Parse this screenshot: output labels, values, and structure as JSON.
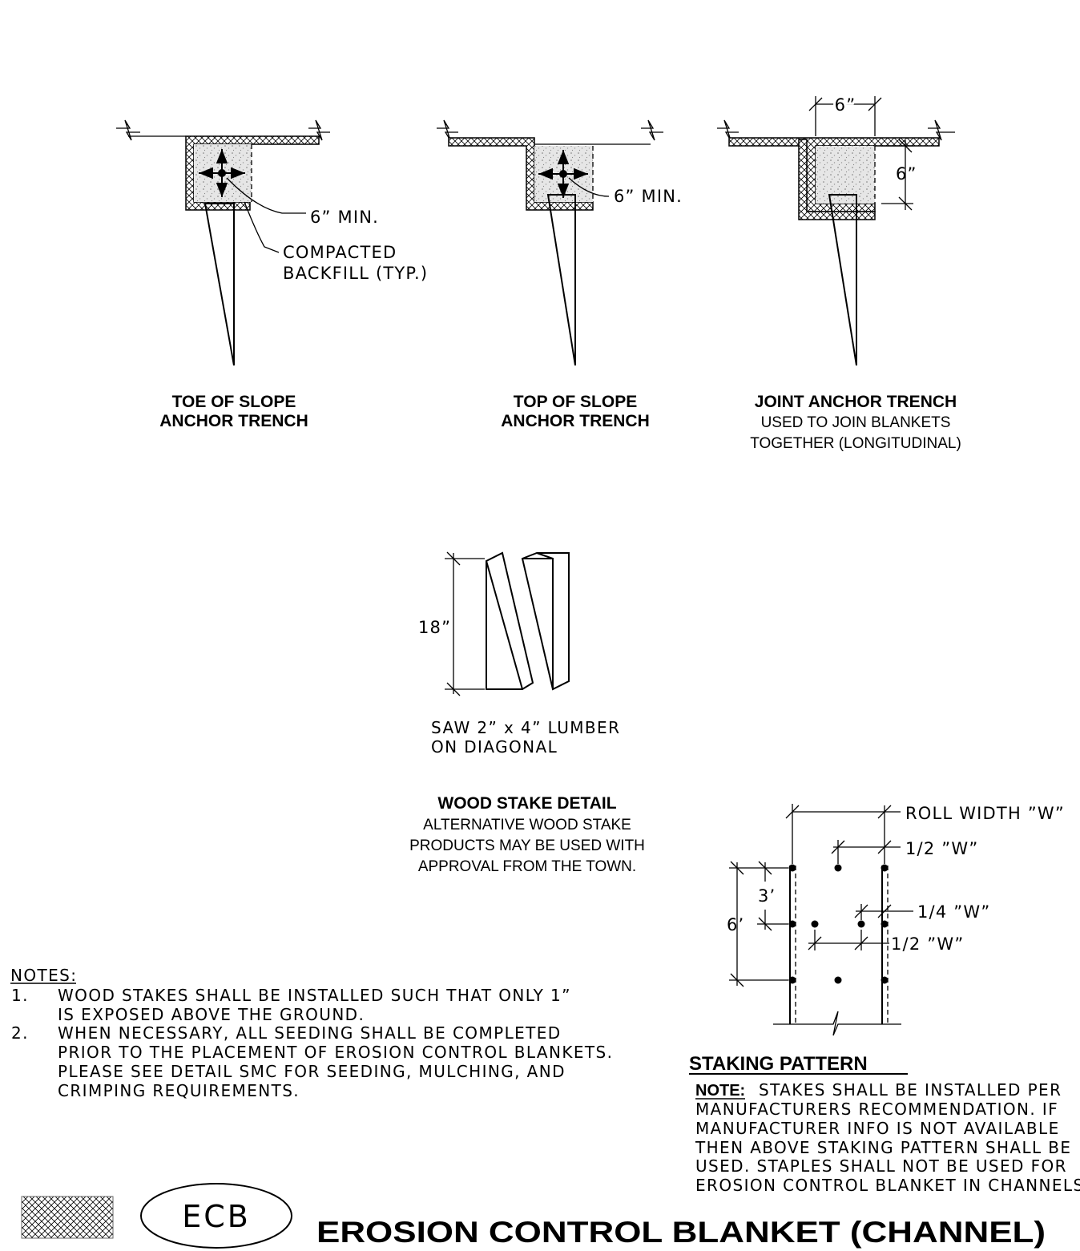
{
  "toe": {
    "title_1": "TOE OF SLOPE",
    "title_2": "ANCHOR TRENCH",
    "dim_min": "6”  MIN.",
    "backfill_1": "COMPACTED",
    "backfill_2": "BACKFILL (TYP.)"
  },
  "top": {
    "title_1": "TOP OF SLOPE",
    "title_2": "ANCHOR TRENCH",
    "dim_min": "6”  MIN."
  },
  "joint": {
    "title_1": "JOINT ANCHOR TRENCH",
    "sub_1": "USED TO JOIN BLANKETS",
    "sub_2": "TOGETHER (LONGITUDINAL)",
    "dim_width": "6”",
    "dim_depth": "6”"
  },
  "stake": {
    "dim_length": "18”",
    "note_1": "SAW 2” x 4” LUMBER",
    "note_2": "ON DIAGONAL",
    "title": "WOOD STAKE DETAIL",
    "sub_1": "ALTERNATIVE WOOD STAKE",
    "sub_2": "PRODUCTS MAY BE USED WITH",
    "sub_3": "APPROVAL FROM THE TOWN."
  },
  "staking": {
    "roll_width": "ROLL  WIDTH  ”W”",
    "half_w_top": "1/2  ”W”",
    "quarter_w": "1/4  ”W”",
    "half_w_mid": "1/2  ”W”",
    "dim_3": "3’",
    "dim_6": "6’",
    "title": "STAKING PATTERN",
    "note_label": "NOTE:",
    "note_1": "STAKES SHALL BE INSTALLED PER",
    "note_2": "MANUFACTURERS RECOMMENDATION. IF",
    "note_3": "MANUFACTURER INFO IS NOT AVAILABLE",
    "note_4": "THEN ABOVE STAKING PATTERN SHALL BE",
    "note_5": "USED. STAPLES SHALL NOT BE USED FOR",
    "note_6": "EROSION CONTROL BLANKET IN CHANNELS."
  },
  "notes": {
    "heading": "NOTES:",
    "items": [
      {
        "num": "1.",
        "lines": [
          "WOOD STAKES SHALL BE INSTALLED SUCH THAT ONLY 1”",
          "IS EXPOSED ABOVE THE GROUND."
        ]
      },
      {
        "num": "2.",
        "lines": [
          "WHEN NECESSARY, ALL SEEDING SHALL BE COMPLETED",
          "PRIOR TO THE PLACEMENT OF EROSION CONTROL BLANKETS.",
          "PLEASE SEE DETAIL SMC FOR SEEDING, MULCHING, AND",
          "CRIMPING REQUIREMENTS."
        ]
      }
    ]
  },
  "footer": {
    "code": "ECB",
    "title": "EROSION CONTROL BLANKET (CHANNEL)"
  }
}
